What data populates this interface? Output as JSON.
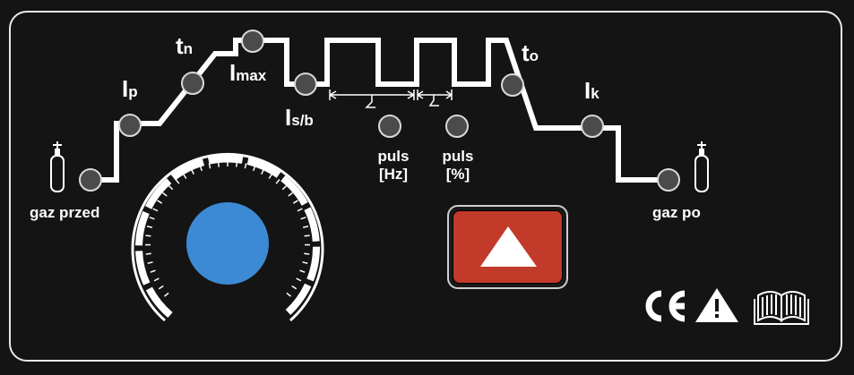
{
  "panel": {
    "colors": {
      "background": "#141414",
      "line": "#ffffff",
      "led": "#4b4b4b",
      "knob": "#3c8ad4",
      "button": "#c23a2a"
    },
    "params": {
      "ip": {
        "main": "I",
        "sub": "p"
      },
      "tn": {
        "main": "t",
        "sub": "n"
      },
      "imax": {
        "main": "I",
        "sub": "max"
      },
      "isb": {
        "main": "I",
        "sub": "s/b"
      },
      "to": {
        "main": "t",
        "sub": "o"
      },
      "ik": {
        "main": "I",
        "sub": "k"
      }
    },
    "labels": {
      "gaz_przed": "gaz przed",
      "gaz_po": "gaz po",
      "puls_hz_1": "puls",
      "puls_hz_2": "[Hz]",
      "puls_pct_1": "puls",
      "puls_pct_2": "[%]"
    },
    "icons": [
      "gas-cylinder-icon",
      "gas-cylinder-icon",
      "triangle-up-icon",
      "ce-mark-icon",
      "warning-icon",
      "manual-book-icon"
    ]
  }
}
